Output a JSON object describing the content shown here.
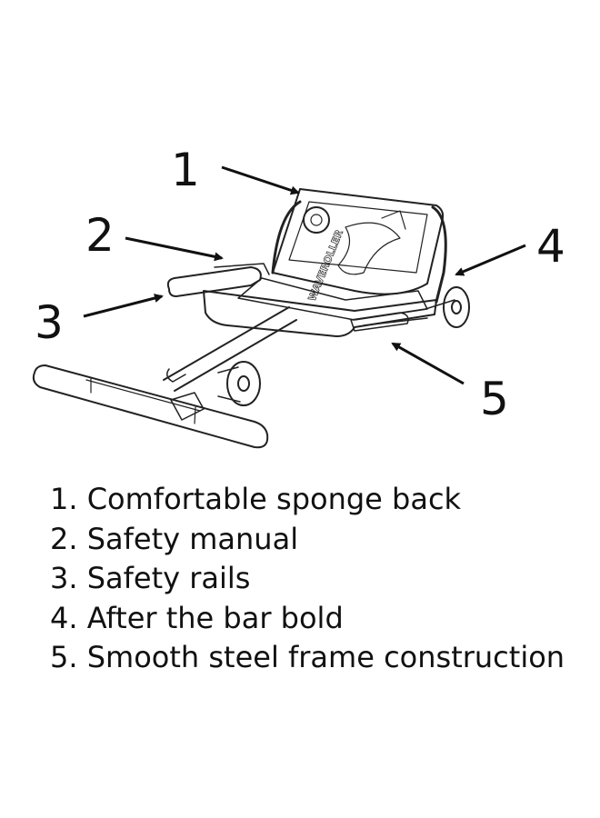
{
  "callouts": [
    {
      "number": "1",
      "text": "1. Comfortable sponge back"
    },
    {
      "number": "2",
      "text": "2. Safety manual"
    },
    {
      "number": "3",
      "text": "3. Safety rails"
    },
    {
      "number": "4",
      "text": "4. After the bar bold"
    },
    {
      "number": "5",
      "text": "5. Smooth steel frame construction"
    }
  ],
  "seat_decal": {
    "logo_text": "WAVEROLLER"
  },
  "colors": {
    "ink": "#111111",
    "background": "#ffffff"
  }
}
